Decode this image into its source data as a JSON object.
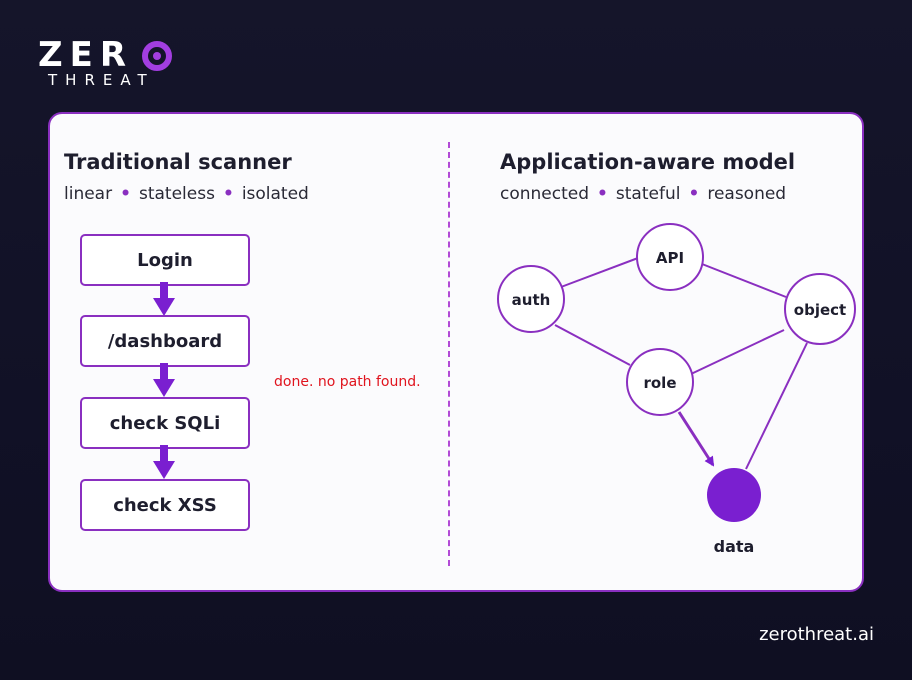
{
  "brand": {
    "logo_word": "ZER",
    "logo_tagline": "THREAT",
    "website": "zerothreat.ai",
    "accent_color": "#8a2fc0"
  },
  "left": {
    "title": "Traditional scanner",
    "subtitle_items": [
      "linear",
      "stateless",
      "isolated"
    ],
    "steps": [
      "Login",
      "/dashboard",
      "check SQLi",
      "check XSS"
    ],
    "note": "done. no path found."
  },
  "right": {
    "title": "Application-aware model",
    "subtitle_items": [
      "connected",
      "stateful",
      "reasoned"
    ],
    "nodes": {
      "api": "API",
      "auth": "auth",
      "object": "object",
      "role": "role",
      "data": "data"
    }
  }
}
